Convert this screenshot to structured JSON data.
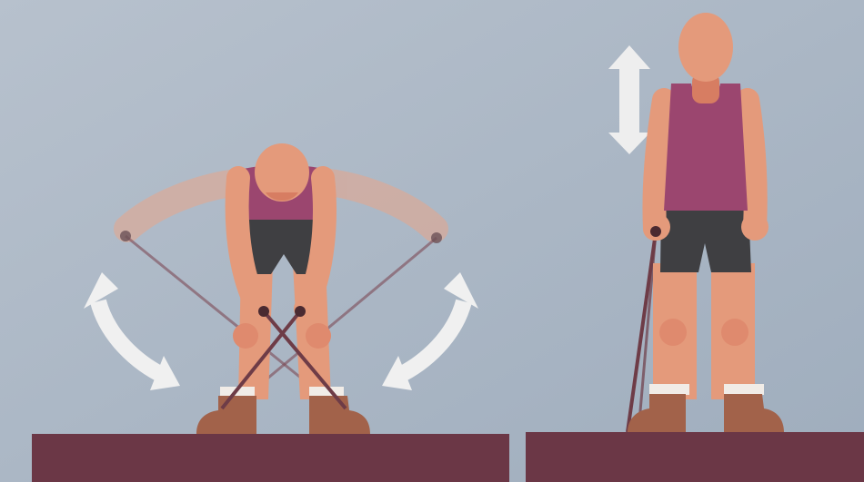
{
  "scene": {
    "title": "",
    "panels": [
      {
        "name": "left-panel",
        "pose": "bent-over-reverse-fly",
        "motion": "arc-arrows"
      },
      {
        "name": "right-panel",
        "pose": "standing-shrug",
        "motion": "vertical-double-arrow"
      }
    ]
  },
  "colors": {
    "background": "#a9b5c3",
    "platform": "#6b3746",
    "skin": "#e49a7b",
    "skin_shadow": "#d77d62",
    "tank_top": "#9b466f",
    "shorts": "#3f3f42",
    "shoes": "#a2624a",
    "socks": "#f1ece7",
    "band": "#6e3c47",
    "arrow": "#f0f0f0"
  },
  "icons": [
    "arc-arrow-icon",
    "arc-arrow-icon",
    "double-arrow-icon"
  ]
}
